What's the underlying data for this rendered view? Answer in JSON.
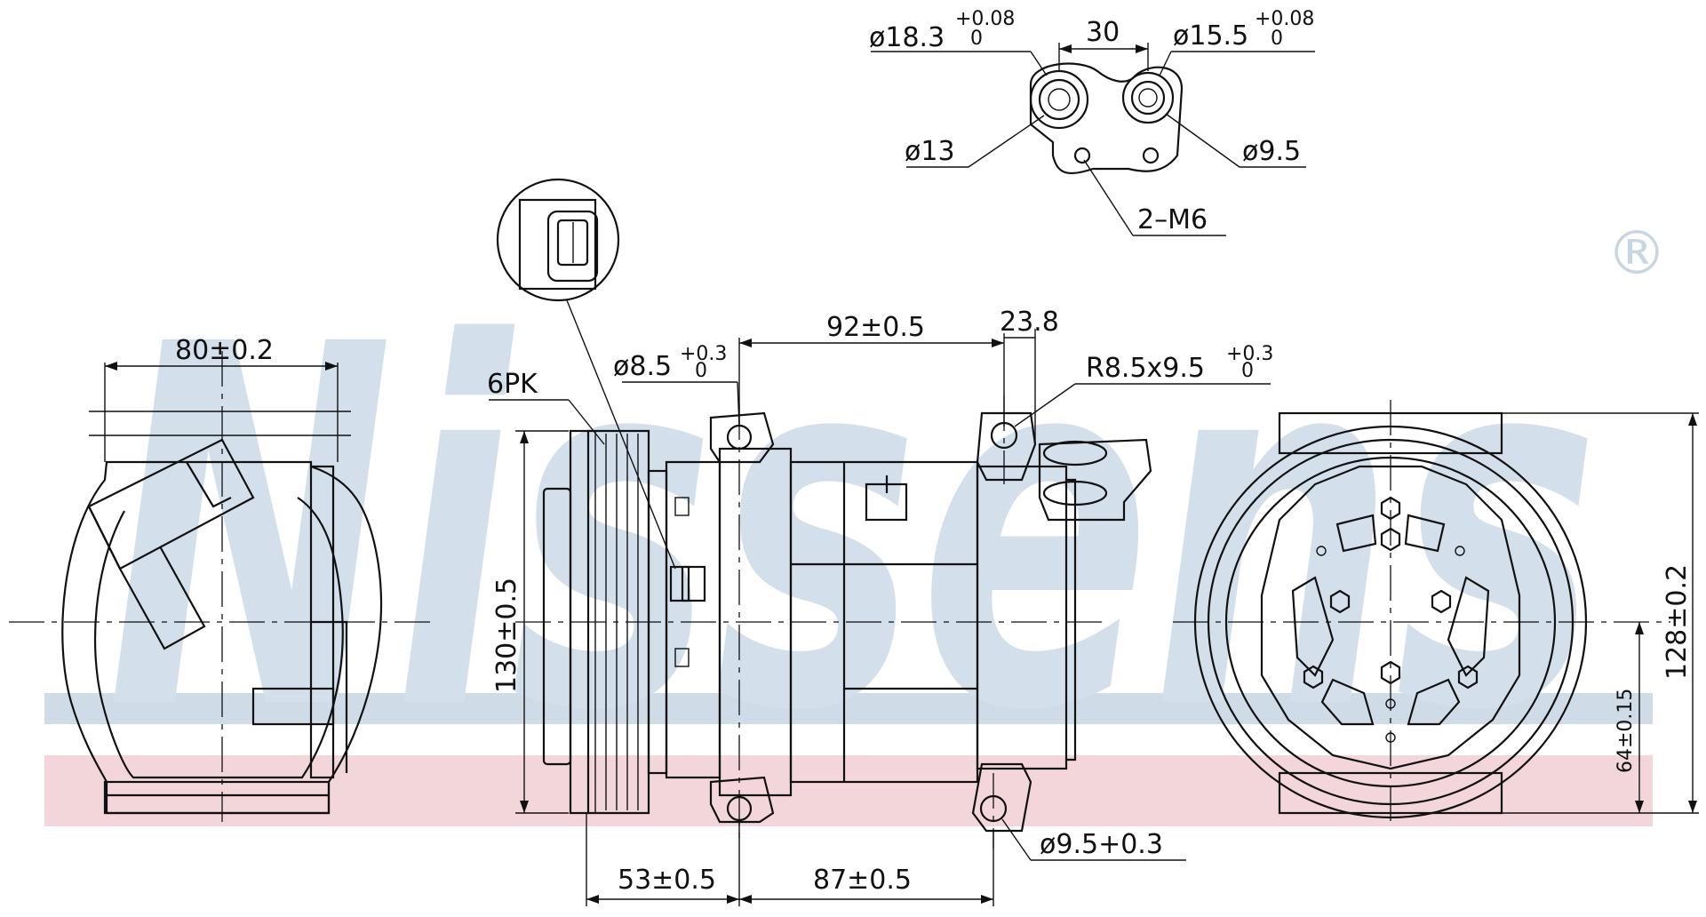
{
  "brand": {
    "watermark_text": "Nissens",
    "registered_mark": "®",
    "watermark_color": "#d3dfeb",
    "band_blue": "#cfdce8",
    "band_pink": "#f2d6da"
  },
  "dimensions": {
    "port_large_dia": "ø18.3",
    "port_large_tol_top": "+0.08",
    "port_large_tol_bottom": "0",
    "port_spacing": "30",
    "port_small_dia": "ø15.5",
    "port_small_tol_top": "+0.08",
    "port_small_tol_bottom": "0",
    "port_large_inner": "ø13",
    "port_small_inner": "ø9.5",
    "port_thread": "2–M6",
    "front_width": "80±0.2",
    "pulley_type": "6PK",
    "mount_hole_top": "ø8.5",
    "mount_hole_top_tol_top": "+0.3",
    "mount_hole_top_tol_bottom": "0",
    "hole_spacing_top": "92±0.5",
    "rear_offset": "23.8",
    "slot": "R8.5x9.5",
    "slot_tol_top": "+0.3",
    "slot_tol_bottom": "0",
    "pulley_dia": "130±0.5",
    "rear_height": "128±0.2",
    "rear_center_height": "64±0.15",
    "pulley_to_hole": "53±0.5",
    "hole_spacing_bottom": "87±0.5",
    "mount_hole_bottom": "ø9.5+0.3"
  }
}
